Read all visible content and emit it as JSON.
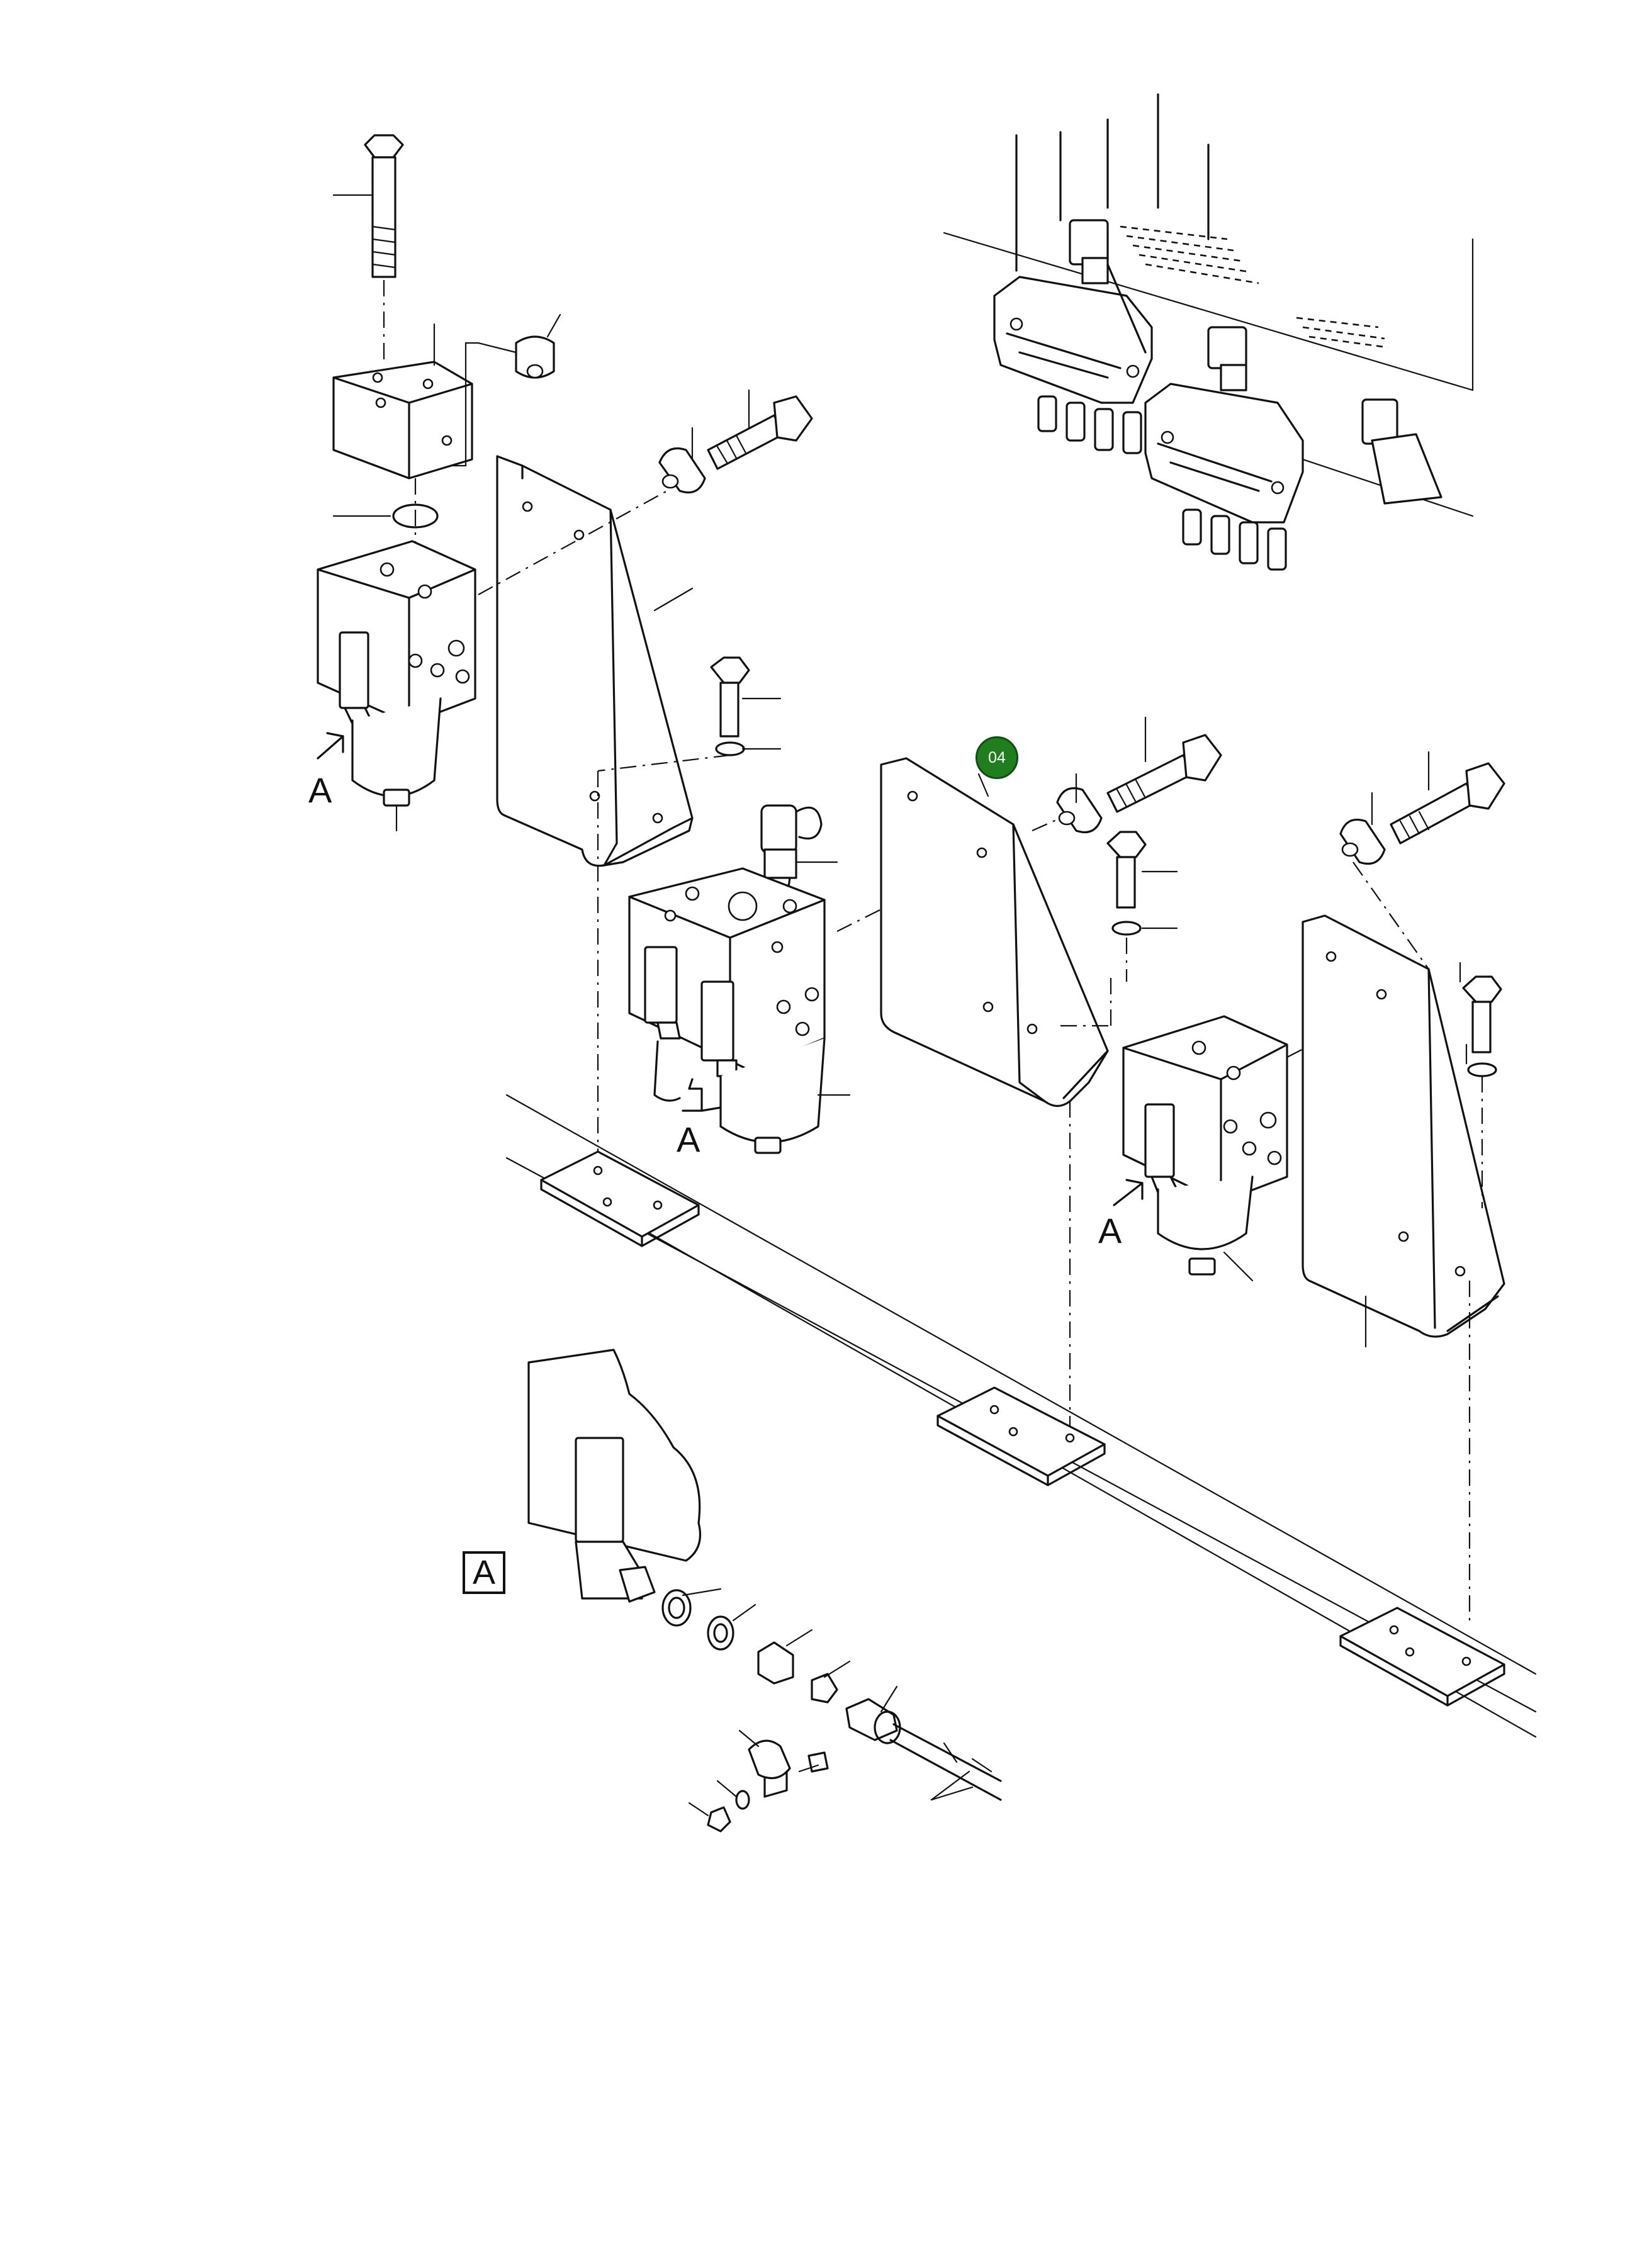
{
  "diagram": {
    "callout": {
      "label": "04",
      "color": "#1f7f1f"
    },
    "view_letter": "A",
    "detail_box_label": "A"
  }
}
